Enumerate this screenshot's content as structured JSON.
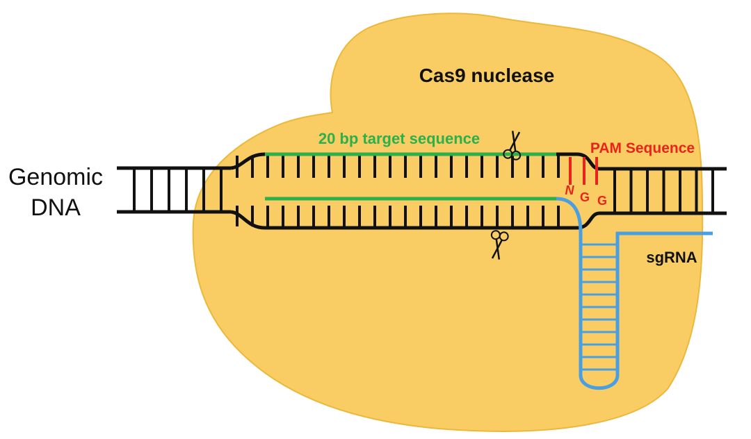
{
  "colors": {
    "protein": "#f9cd63",
    "protein_edge": "#ecb83a",
    "dna": "#111111",
    "target": "#2bb14b",
    "pam": "#e8251c",
    "sgrna": "#4a9ee2"
  },
  "labels": {
    "genomic_dna": [
      "Genomic",
      "DNA"
    ],
    "cas9": "Cas9 nuclease",
    "target_seq": "20 bp target sequence",
    "pam": "PAM Sequence",
    "pam_n": "N",
    "pam_g1": "G",
    "pam_g2": "G",
    "sgrna": "sgRNA"
  },
  "icons": [
    "scissors-icon",
    "scissors-icon"
  ]
}
